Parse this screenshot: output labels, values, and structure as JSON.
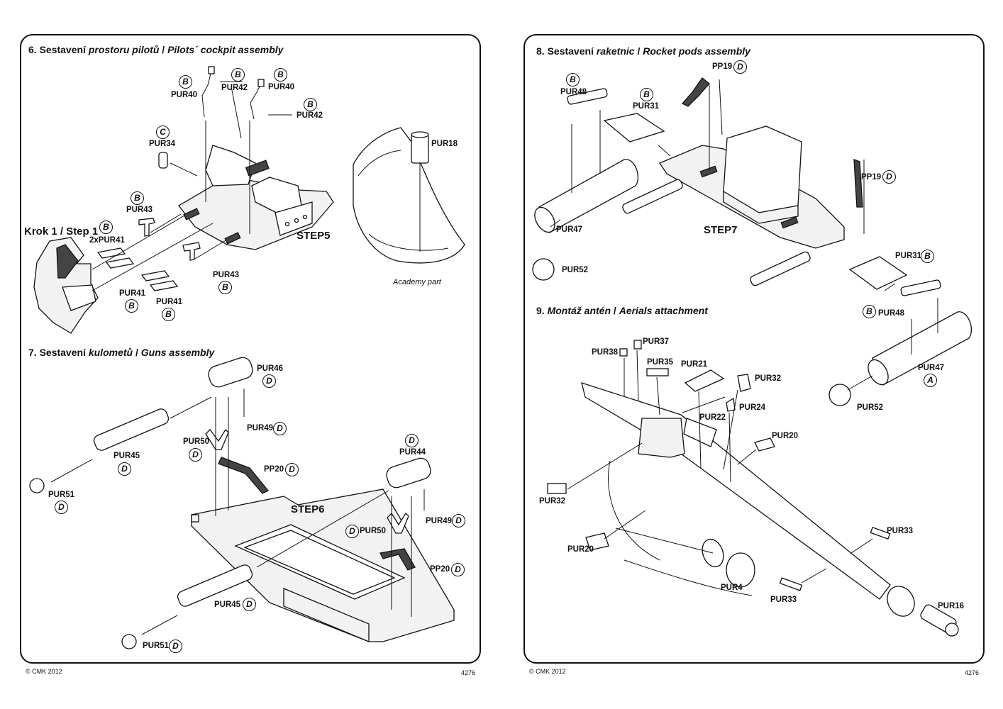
{
  "left_page": {
    "step6": {
      "number": "6.",
      "title_cz_a": "Sestavení",
      "title_cz_b": "prostoru pilotů",
      "title_sep": "/",
      "title_en": "Pilots´ cockpit assembly",
      "krok": "Krok 1 / Step 1",
      "step_label": "STEP5",
      "note": "Academy part",
      "labels": {
        "pur40a": "PUR40",
        "pur42a": "PUR42",
        "pur40b": "PUR40",
        "pur42b": "PUR42",
        "pur34": "PUR34",
        "pur18": "PUR18",
        "pur43a": "PUR43",
        "x2pur41": "2xPUR41",
        "pur43b": "PUR43",
        "pur41a": "PUR41",
        "pur41b": "PUR41"
      },
      "badges": {
        "pur40a": "B",
        "pur42a": "B",
        "pur40b": "B",
        "pur42b": "B",
        "pur34": "C",
        "pur43a": "B",
        "x2pur41": "B",
        "pur43b": "B",
        "pur41a": "B",
        "pur41b": "B"
      }
    },
    "step7": {
      "number": "7.",
      "title_cz_a": "Sestavení",
      "title_cz_b": "kulometů",
      "title_sep": "/",
      "title_en": "Guns assembly",
      "step_label": "STEP6",
      "labels": {
        "pur46": "PUR46",
        "pur49a": "PUR49",
        "pur50a": "PUR50",
        "pur45a": "PUR45",
        "pp20a": "PP20",
        "pur51a": "PUR51",
        "pur44": "PUR44",
        "pur50b": "PUR50",
        "pur49b": "PUR49",
        "pp20b": "PP20",
        "pur45b": "PUR45",
        "pur51b": "PUR51"
      },
      "badges": {
        "pur46": "D",
        "pur49a": "D",
        "pur50a": "D",
        "pur45a": "D",
        "pp20a": "D",
        "pur51a": "D",
        "pur44": "D",
        "pur50b": "D",
        "pur49b": "D",
        "pp20b": "D",
        "pur45b": "D",
        "pur51b": "D"
      }
    },
    "footer_left": "© CMK 2012",
    "footer_right": "4276"
  },
  "right_page": {
    "step8": {
      "number": "8.",
      "title_cz_a": "Sestavení",
      "title_cz_b": "raketnic",
      "title_sep": "/",
      "title_en": "Rocket pods assembly",
      "step_label": "STEP7",
      "labels": {
        "pp19a": "PP19",
        "pur48a": "PUR48",
        "pur31a": "PUR31",
        "pp19b": "PP19",
        "pur47a": "PUR47",
        "pur52a": "PUR52",
        "pur31b": "PUR31",
        "pur48b": "PUR48",
        "pur47b": "PUR47",
        "pur52b": "PUR52"
      },
      "badges": {
        "pp19a": "D",
        "pur48a": "B",
        "pur31a": "B",
        "pp19b": "D",
        "pur31b": "B",
        "pur48b": "B",
        "pur47b": "A"
      }
    },
    "step9": {
      "number": "9.",
      "title_cz": "Montáž antén",
      "title_sep": "/",
      "title_en": "Aerials attachment",
      "labels": {
        "pur38": "PUR38",
        "pur37": "PUR37",
        "pur35": "PUR35",
        "pur21": "PUR21",
        "pur32a": "PUR32",
        "pur24": "PUR24",
        "pur22": "PUR22",
        "pur20a": "PUR20",
        "pur32b": "PUR32",
        "pur20b": "PUR20",
        "pur33a": "PUR33",
        "pur4": "PUR4",
        "pur33b": "PUR33",
        "pur16": "PUR16"
      }
    },
    "footer_left": "© CMK 2012",
    "footer_right": "4276"
  }
}
